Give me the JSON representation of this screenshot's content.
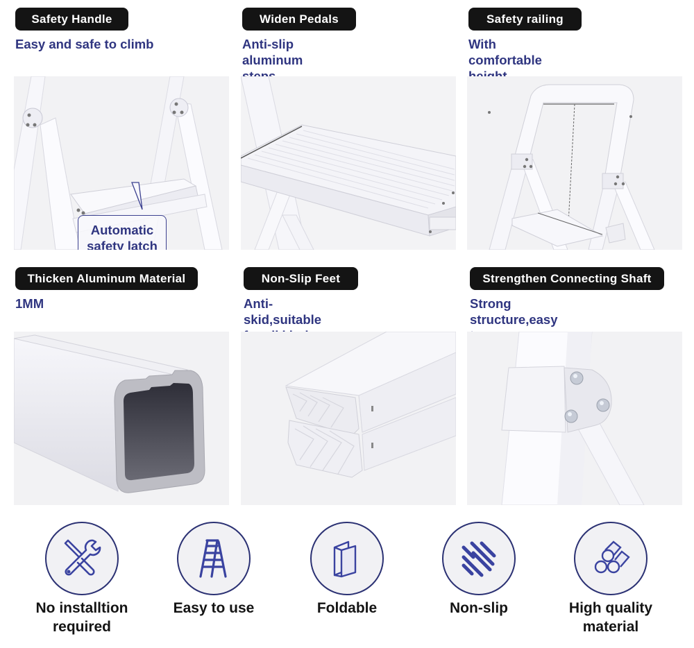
{
  "features": [
    {
      "title": "Safety Handle",
      "description": "Easy and safe to climb",
      "image": "ladder-step-with-safety-latch",
      "callout": {
        "line1": "Automatic",
        "line2": "safety latch"
      }
    },
    {
      "title": "Widen Pedals",
      "description": "Anti-slip aluminum steps much\nmore safe when up and down",
      "image": "wide-ribbed-aluminum-pedal"
    },
    {
      "title": "Safety railing",
      "description": "With comfortable height",
      "image": "ladder-top-safety-railing"
    },
    {
      "title": "Thicken Aluminum Material",
      "description": "1MM",
      "image": "aluminum-tube-cross-section"
    },
    {
      "title": "Non-Slip Feet",
      "description": "Anti-skid,suitable for all kinds of\nfloors",
      "image": "non-slip-rubber-feet"
    },
    {
      "title": "Strengthen Connecting Shaft",
      "description": "Strong structure,easy to open or\nfold",
      "image": "riveted-connecting-joint"
    }
  ],
  "badges": [
    {
      "icon": "tools-icon",
      "label": "No installtion\nrequired"
    },
    {
      "icon": "ladder-icon",
      "label": "Easy to use"
    },
    {
      "icon": "folded-paper-icon",
      "label": "Foldable"
    },
    {
      "icon": "diagonal-stripes-icon",
      "label": "Non-slip"
    },
    {
      "icon": "stacked-pipes-icon",
      "label": "High quality\nmaterial"
    }
  ],
  "colors": {
    "pill_bg": "#141414",
    "pill_text": "#ffffff",
    "description_text": "#2f3580",
    "icon_stroke": "#3a43a0",
    "circle_border": "#2b3173",
    "circle_fill": "#f1f1f4",
    "badge_text": "#141414"
  }
}
